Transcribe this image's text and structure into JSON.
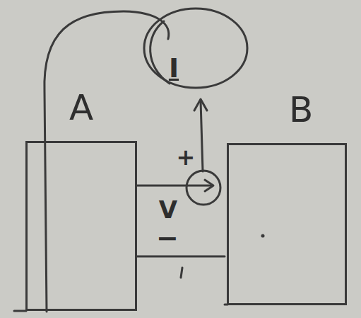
{
  "diagram": {
    "nodes": [
      {
        "text": [
          "A"
        ]
      },
      {
        "text": [
          "B"
        ]
      }
    ],
    "labels": [
      "I",
      "+",
      "V",
      "−"
    ]
  }
}
